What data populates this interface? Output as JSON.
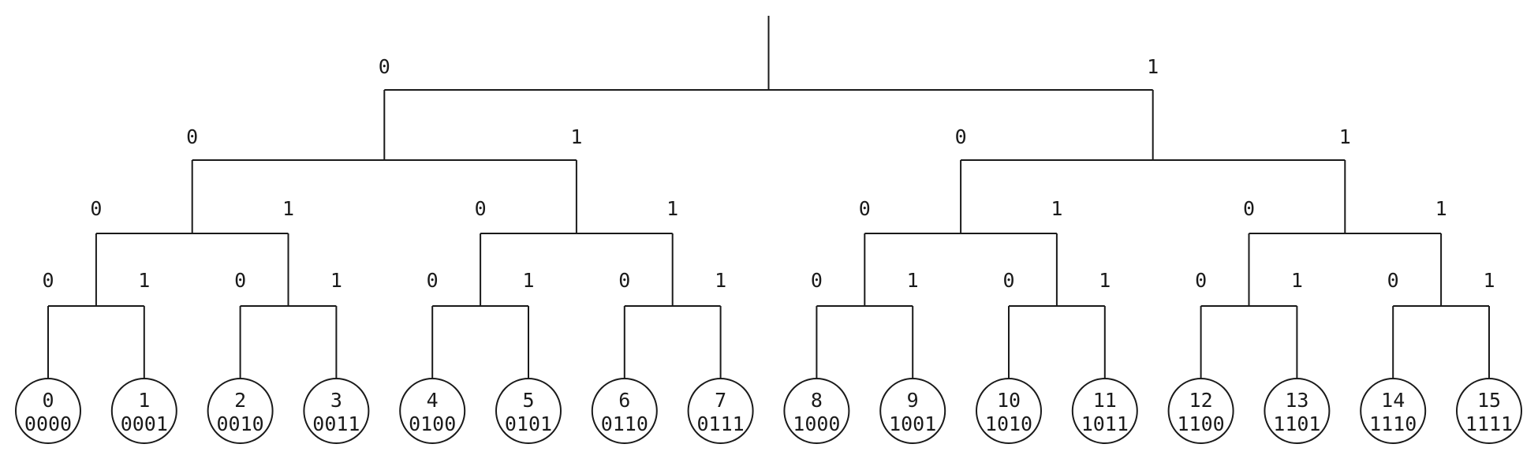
{
  "tree": {
    "bit_labels": {
      "zero": "0",
      "one": "1"
    },
    "leaves": [
      {
        "decimal": "0",
        "binary": "0000"
      },
      {
        "decimal": "1",
        "binary": "0001"
      },
      {
        "decimal": "2",
        "binary": "0010"
      },
      {
        "decimal": "3",
        "binary": "0011"
      },
      {
        "decimal": "4",
        "binary": "0100"
      },
      {
        "decimal": "5",
        "binary": "0101"
      },
      {
        "decimal": "6",
        "binary": "0110"
      },
      {
        "decimal": "7",
        "binary": "0111"
      },
      {
        "decimal": "8",
        "binary": "1000"
      },
      {
        "decimal": "9",
        "binary": "1001"
      },
      {
        "decimal": "10",
        "binary": "1010"
      },
      {
        "decimal": "11",
        "binary": "1011"
      },
      {
        "decimal": "12",
        "binary": "1100"
      },
      {
        "decimal": "13",
        "binary": "1101"
      },
      {
        "decimal": "14",
        "binary": "1110"
      },
      {
        "decimal": "15",
        "binary": "1111"
      }
    ]
  }
}
